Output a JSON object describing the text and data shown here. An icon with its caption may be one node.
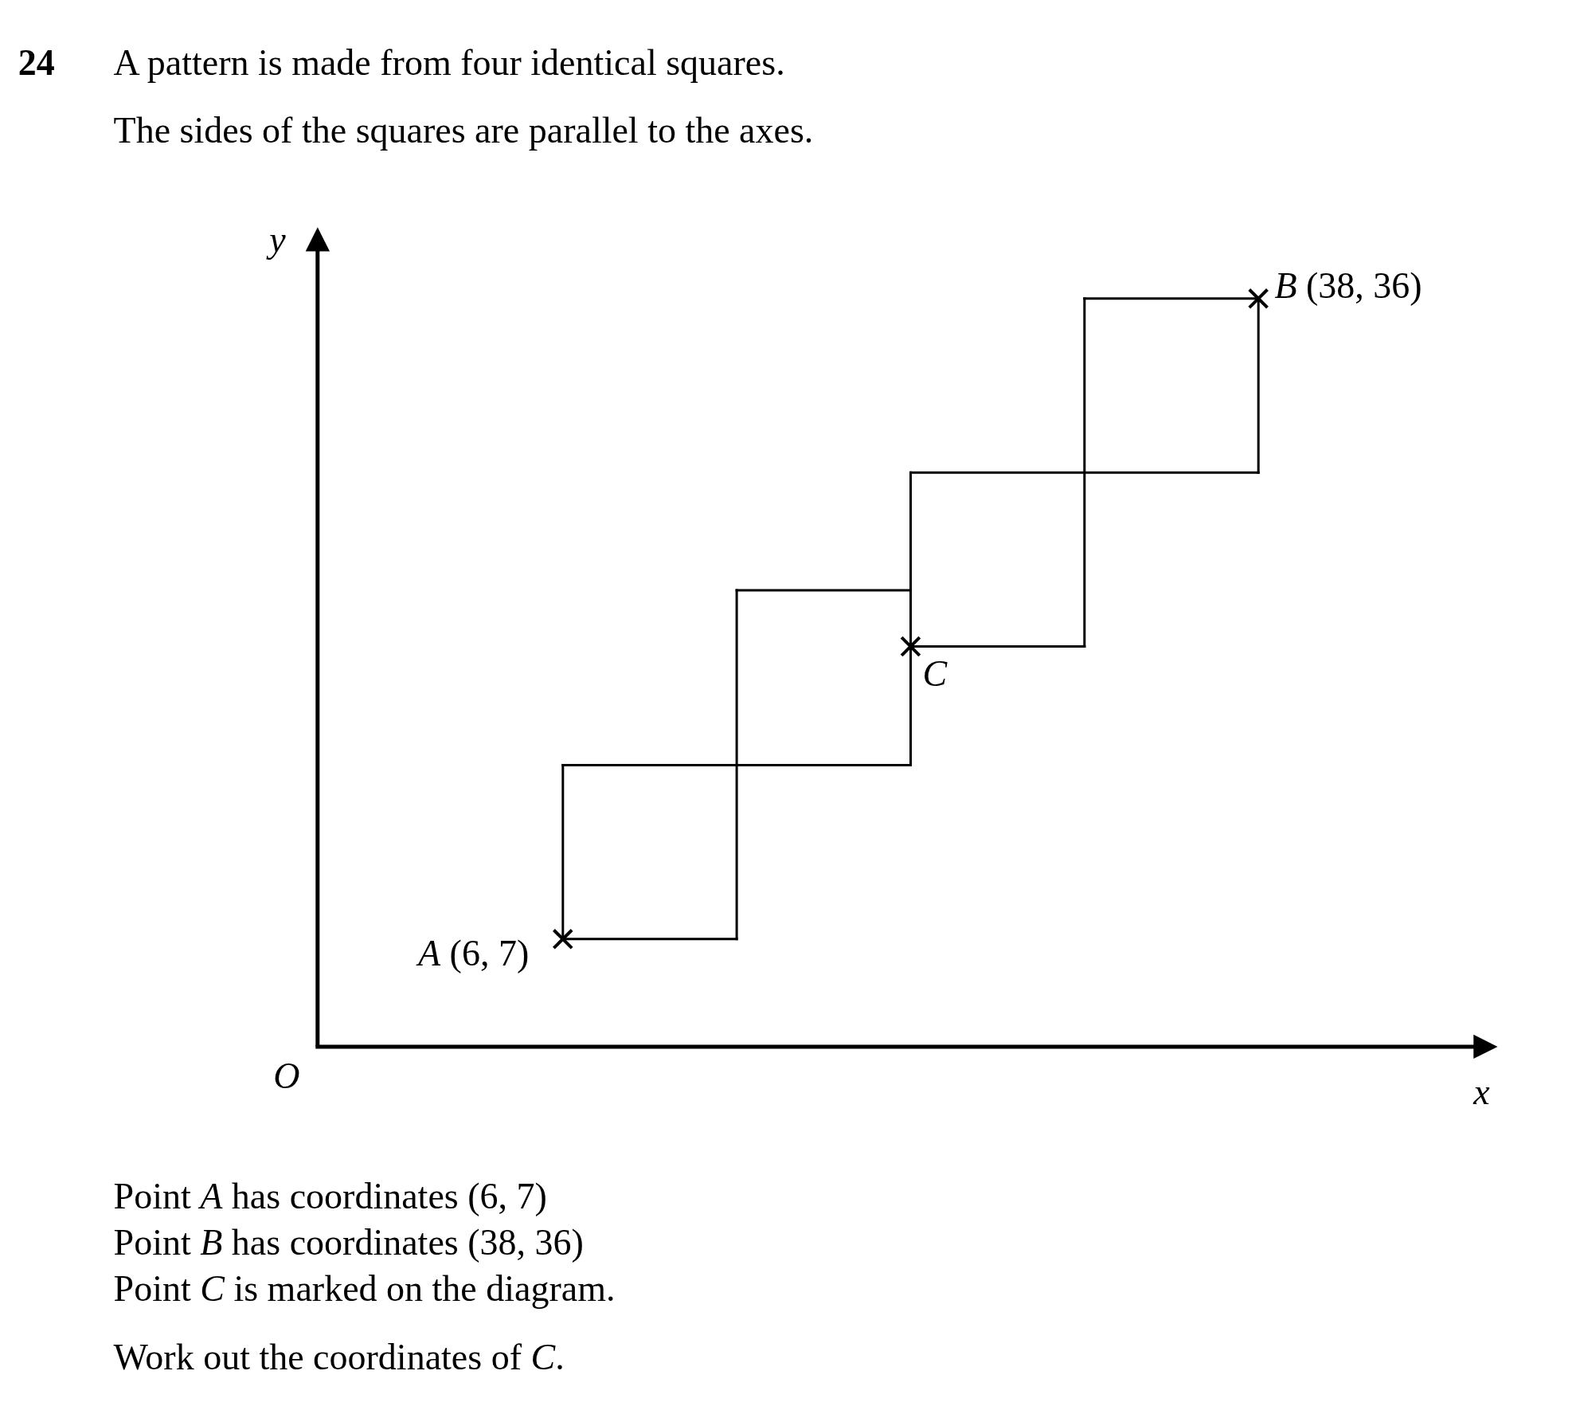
{
  "diagram": {
    "labels": [
      "24",
      "A pattern is made from four identical squares.",
      "The sides of the squares are parallel to the axes.",
      "y",
      "*B* (38, 36)",
      "*C*",
      "*A* (6, 7)",
      "O",
      "x",
      "Point *A* has coordinates (6, 7)",
      "Point *B* has coordinates (38, 36)",
      "Point *C* is marked on the diagram.",
      "Work out the coordinates of *C*."
    ]
  }
}
